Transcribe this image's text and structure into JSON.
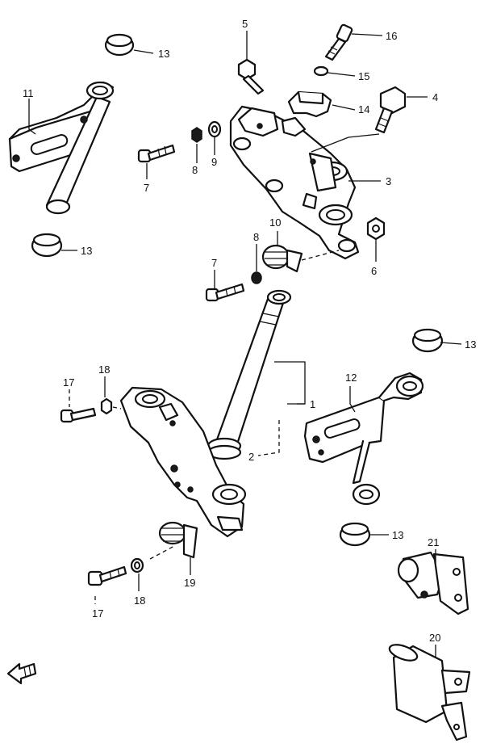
{
  "callouts": {
    "c1": "1",
    "c2": "2",
    "c3": "3",
    "c4": "4",
    "c5": "5",
    "c6": "6",
    "c7a": "7",
    "c7b": "7",
    "c8a": "8",
    "c8b": "8",
    "c9": "9",
    "c10": "10",
    "c11": "11",
    "c12": "12",
    "c13a": "13",
    "c13b": "13",
    "c13c": "13",
    "c13d": "13",
    "c14": "14",
    "c15": "15",
    "c16": "16",
    "c17a": "17",
    "c17b": "17",
    "c18a": "18",
    "c18b": "18",
    "c19": "19",
    "c20": "20",
    "c21": "21"
  },
  "icons": {
    "front_arrow": "arrow-left-icon"
  }
}
